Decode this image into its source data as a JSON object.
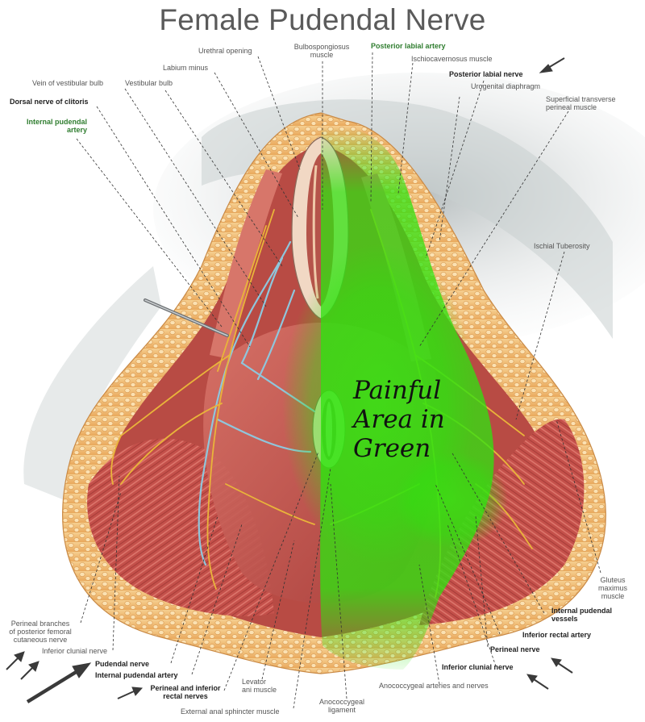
{
  "title": "Female Pudendal Nerve",
  "painful_area": [
    "Painful",
    "Area in",
    "Green"
  ],
  "labels": {
    "urethral_opening": "Urethral opening",
    "bulbospongiosus": [
      "Bulbospongiosus",
      "muscle"
    ],
    "posterior_labial_artery": "Posterior labial artery",
    "ischiocavernosus": "Ischiocavernosus muscle",
    "labium_minus": "Labium minus",
    "posterior_labial_nerve": "Posterior labial nerve",
    "urogenital_diaphragm": "Urogenital diaphragm",
    "vein_vestibular_bulb": "Vein of vestibular bulb",
    "vestibular_bulb": "Vestibular bulb",
    "superficial_transverse": [
      "Superficial transverse",
      "perineal muscle"
    ],
    "dorsal_nerve_clitoris": "Dorsal nerve of clitoris",
    "internal_pudendal_artery_top": [
      "Internal pudendal",
      "artery"
    ],
    "ischial_tuberosity": "Ischial Tuberosity",
    "gluteus_maximus": [
      "Gluteus",
      "maximus",
      "muscle"
    ],
    "internal_pudendal_vessels": [
      "Internal pudendal",
      "vessels"
    ],
    "inferior_rectal_artery": "Inferior rectal artery",
    "perineal_branches": [
      "Perineal branches",
      "of posterior femoral",
      "cutaneous nerve"
    ],
    "inferior_clunial_left": "Inferior clunial nerve",
    "pudendal_nerve": "Pudendal nerve",
    "internal_pudendal_artery_bottom": "Internal pudendal artery",
    "perineal_inferior_rectal": [
      "Perineal and inferior",
      "rectal nerves"
    ],
    "levator_ani": [
      "Levator",
      "ani muscle"
    ],
    "external_anal_sphincter": "External anal sphincter muscle",
    "anococcygeal_ligament": [
      "Anococcygeal",
      "ligament"
    ],
    "anococcygeal_arteries": "Anococcygeal arteries and nerves",
    "perineal_nerve": "Perineal nerve",
    "inferior_clunial_right": "Inferior clunial nerve"
  },
  "colors": {
    "painful_area": "#2ee80f",
    "fat": "#f2c07a",
    "muscle": "#c9554d",
    "nerve": "#e9b43a",
    "vein": "#8fc6dc",
    "leader": "#333333",
    "arrow": "#3a3a3a"
  }
}
